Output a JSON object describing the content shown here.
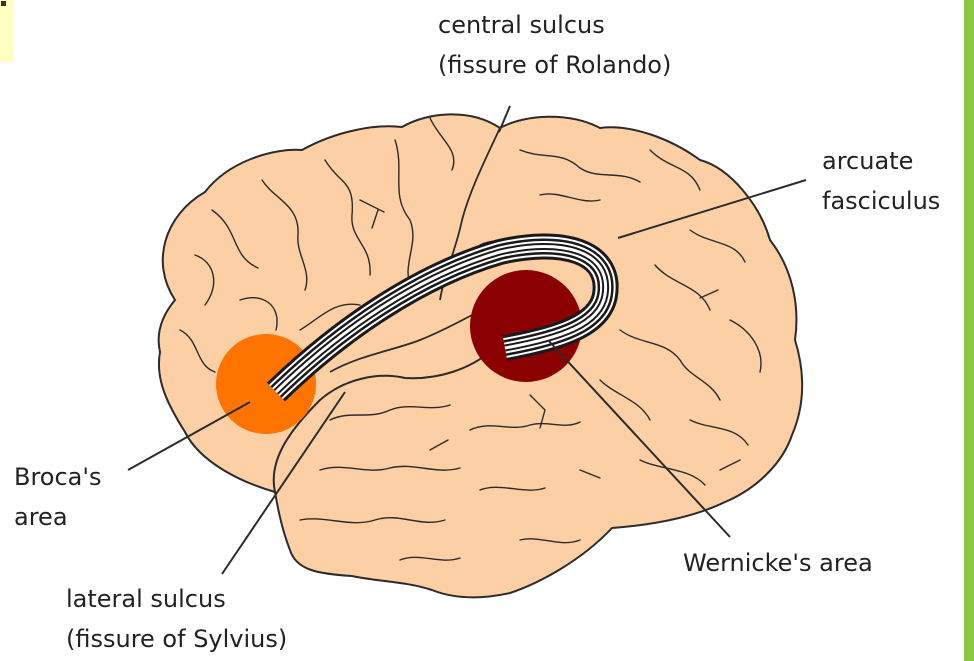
{
  "colors": {
    "brain_fill": "#fcd0a4",
    "outline": "#2b2b2b",
    "broca_area": "#ff7300",
    "wernicke_area": "#8b0000",
    "side_band": "#8dc63f",
    "corner_tab": "#ffffc0"
  },
  "labels": {
    "central_sulcus": {
      "line1": "central sulcus",
      "line2": "(fissure of Rolando)"
    },
    "arcuate_fasciculus": {
      "line1": "arcuate",
      "line2": "fasciculus"
    },
    "broca": {
      "line1": "Broca's",
      "line2": "area"
    },
    "wernicke": "Wernicke's area",
    "lateral_sulcus": {
      "line1": "lateral sulcus",
      "line2": "(fissure of Sylvius)"
    }
  }
}
